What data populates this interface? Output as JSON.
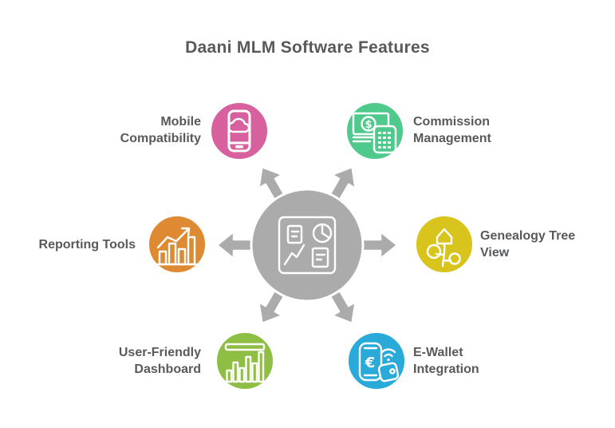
{
  "title": "Daani MLM Software Features",
  "text_color": "#58595b",
  "hub": {
    "icon": "analytics-report-icon",
    "color": "#ababab",
    "arrow_count": 6
  },
  "features": [
    {
      "key": "mobile-compatibility",
      "lines": [
        "Mobile",
        "Compatibility"
      ],
      "color": "#d7609f",
      "icon": "mobile-cloud-icon"
    },
    {
      "key": "commission-management",
      "lines": [
        "Commission",
        "Management"
      ],
      "color": "#4fc98c",
      "icon": "money-calculator-icon"
    },
    {
      "key": "reporting-tools",
      "lines": [
        "Reporting Tools"
      ],
      "color": "#dd8a33",
      "icon": "bar-chart-growth-icon"
    },
    {
      "key": "genealogy-tree-view",
      "lines": [
        "Genealogy Tree",
        "View"
      ],
      "color": "#d9c31d",
      "icon": "genealogy-tree-icon"
    },
    {
      "key": "user-friendly-dashboard",
      "lines": [
        "User-Friendly",
        "Dashboard"
      ],
      "color": "#8fbe44",
      "icon": "dashboard-bars-icon"
    },
    {
      "key": "e-wallet-integration",
      "lines": [
        "E-Wallet",
        "Integration"
      ],
      "color": "#2aaad8",
      "icon": "e-wallet-icon"
    }
  ]
}
